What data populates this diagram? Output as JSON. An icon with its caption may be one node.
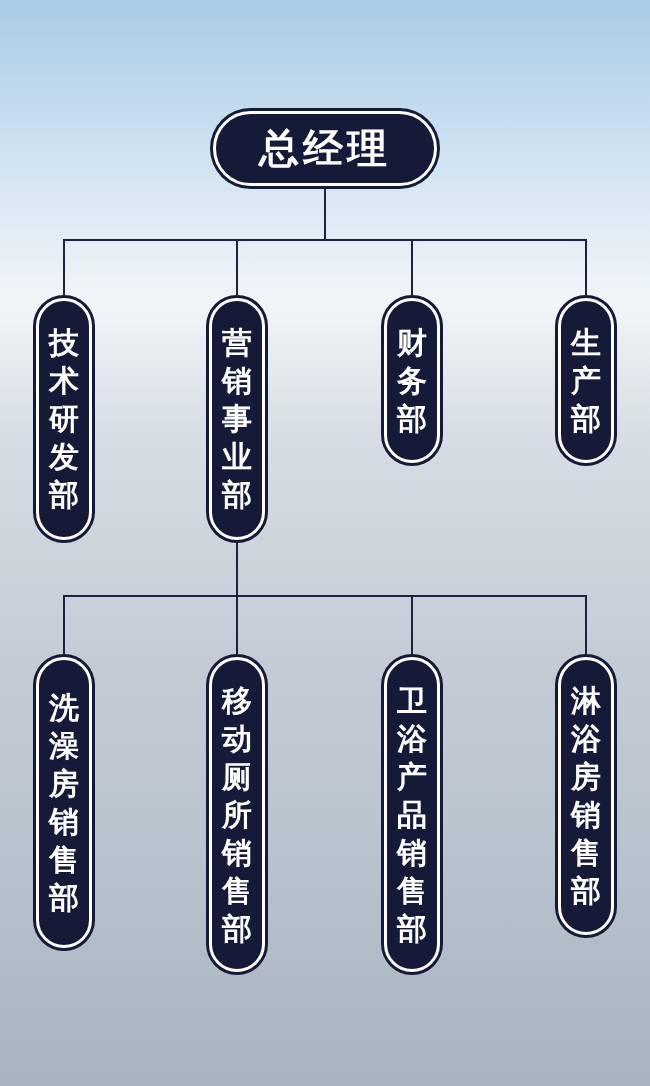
{
  "diagram": {
    "nodes": [
      {
        "text": [
          "总经理"
        ]
      },
      {
        "text": [
          "技术研发部"
        ]
      },
      {
        "text": [
          "营销事业部"
        ]
      },
      {
        "text": [
          "财务部"
        ]
      },
      {
        "text": [
          "生产部"
        ]
      },
      {
        "text": [
          "洗澡房销售部"
        ]
      },
      {
        "text": [
          "移动厕所销售部"
        ]
      },
      {
        "text": [
          "卫浴产品销售部"
        ]
      },
      {
        "text": [
          "淋浴房销售部"
        ]
      }
    ],
    "edges": [
      {
        "from": 0,
        "to": 1,
        "arrow": "none"
      },
      {
        "from": 0,
        "to": 2,
        "arrow": "none"
      },
      {
        "from": 0,
        "to": 3,
        "arrow": "none"
      },
      {
        "from": 0,
        "to": 4,
        "arrow": "none"
      },
      {
        "from": 2,
        "to": 5,
        "arrow": "none"
      },
      {
        "from": 2,
        "to": 6,
        "arrow": "none"
      },
      {
        "from": 2,
        "to": 7,
        "arrow": "none"
      },
      {
        "from": 2,
        "to": 8,
        "arrow": "none"
      }
    ]
  }
}
